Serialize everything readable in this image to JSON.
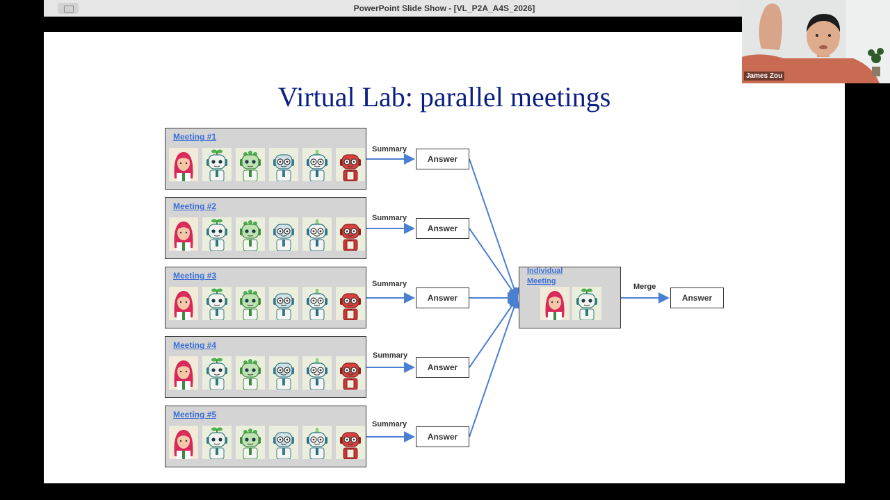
{
  "window": {
    "title": "PowerPoint Slide Show - [VL_P2A_A4S_2026]"
  },
  "slide": {
    "title": "Virtual Lab: parallel meetings",
    "meetings": [
      {
        "label": "Meeting #1",
        "edge_label": "Summary",
        "answer": "Answer"
      },
      {
        "label": "Meeting #2",
        "edge_label": "Summary",
        "answer": "Answer"
      },
      {
        "label": "Meeting #3",
        "edge_label": "Summary",
        "answer": "Answer"
      },
      {
        "label": "Meeting #4",
        "edge_label": "Summary",
        "answer": "Answer"
      },
      {
        "label": "Meeting #5",
        "edge_label": "Summary",
        "answer": "Answer"
      }
    ],
    "individual": {
      "label": "Individual Meeting"
    },
    "merge_label": "Merge",
    "final_answer": "Answer",
    "colors": {
      "title": "#0b1f82",
      "link": "#3c6fd6",
      "arrow": "#4a7fd1",
      "box": "#d4d4d4"
    }
  },
  "video": {
    "participant": "James Zou"
  }
}
